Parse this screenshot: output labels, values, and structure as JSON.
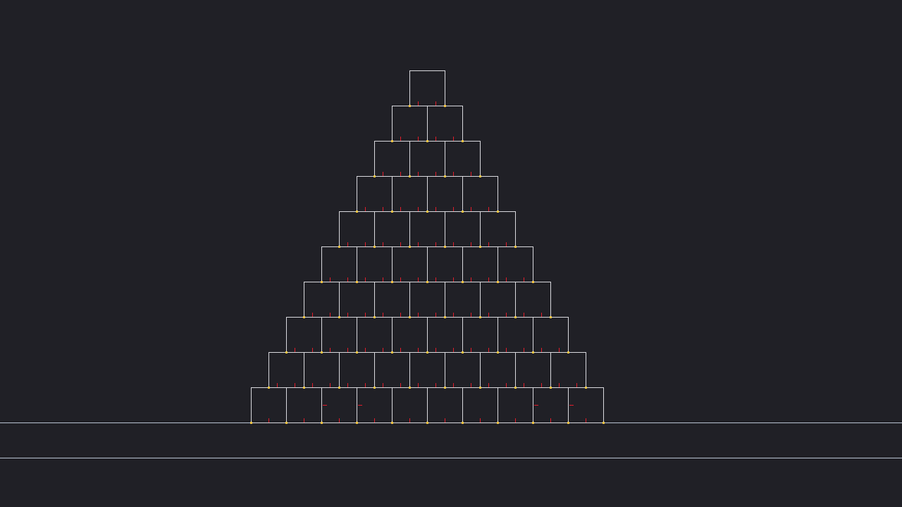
{
  "scene": {
    "background_color": "#202026",
    "box_outline_color": "#d9d9de",
    "ground_line_color": "#b9c3d2",
    "contact_point_color": "#f5c542",
    "contact_normal_color": "#e11d2a"
  },
  "pyramid": {
    "rows": 10,
    "boxes_per_base_row": 10,
    "total_boxes": 55
  }
}
